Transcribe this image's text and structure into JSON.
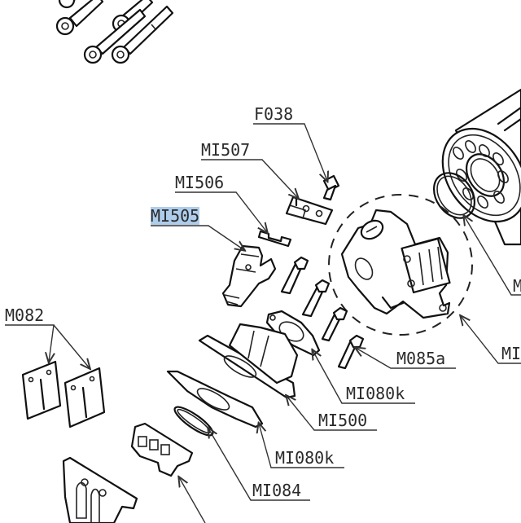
{
  "diagram": {
    "title": "Exploded parts diagram",
    "selected_part": "MI505",
    "highlight_color": "#aecdeb",
    "labels": [
      {
        "id": "F038",
        "text": "F038"
      },
      {
        "id": "MI507",
        "text": "MI507"
      },
      {
        "id": "MI506",
        "text": "MI506"
      },
      {
        "id": "MI505",
        "text": "MI505"
      },
      {
        "id": "M082",
        "text": "M082"
      },
      {
        "id": "M085a",
        "text": "M085a"
      },
      {
        "id": "MI080k_top",
        "text": "MI080k"
      },
      {
        "id": "MI500",
        "text": "MI500"
      },
      {
        "id": "MI080k_bottom",
        "text": "MI080k"
      },
      {
        "id": "MI084",
        "text": "MI084"
      },
      {
        "id": "right_M",
        "text": "M"
      },
      {
        "id": "right_MI",
        "text": "MI"
      }
    ]
  }
}
